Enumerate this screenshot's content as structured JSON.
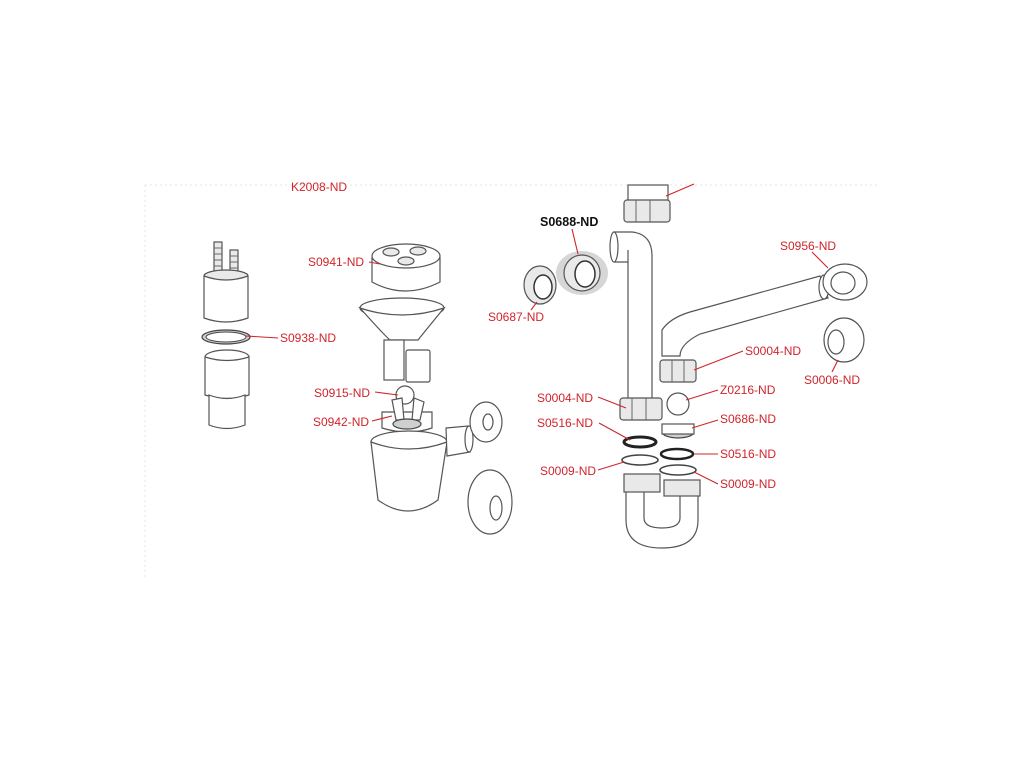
{
  "diagram": {
    "type": "exploded-parts-drawing",
    "accent_color": "#d0242b",
    "highlight_color": "#111111",
    "labels": {
      "k2008": "K2008-ND",
      "s0941": "S0941-ND",
      "s0938": "S0938-ND",
      "s0915": "S0915-ND",
      "s0942": "S0942-ND",
      "s0688": "S0688-ND",
      "s0687": "S0687-ND",
      "s0956": "S0956-ND",
      "s0004_a": "S0004-ND",
      "s0006": "S0006-ND",
      "s0004_b": "S0004-ND",
      "z0216": "Z0216-ND",
      "s0686": "S0686-ND",
      "s0516_a": "S0516-ND",
      "s0516_b": "S0516-ND",
      "s0009_a": "S0009-ND",
      "s0009_b": "S0009-ND"
    }
  }
}
